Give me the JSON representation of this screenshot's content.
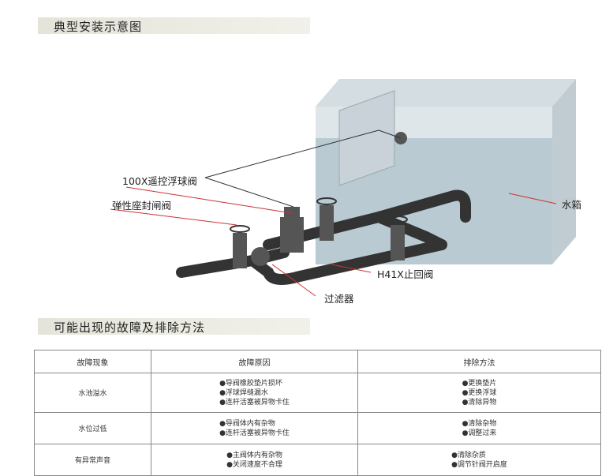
{
  "section1": {
    "title": "典型安装示意图"
  },
  "diagram": {
    "labels": {
      "float_valve": "100X遥控浮球阀",
      "gate_valve": "弹性座封闸阀",
      "tank": "水箱",
      "check_valve": "H41X止回阀",
      "filter": "过滤器"
    }
  },
  "section2": {
    "title": "可能出现的故障及排除方法"
  },
  "table": {
    "headers": [
      "故障现象",
      "故障原因",
      "排除方法"
    ],
    "rows": [
      {
        "symptom": "水池溢水",
        "causes": [
          "●导阀橡胶垫片损坏",
          "●浮球焊缝漏水",
          "●连杆活塞被异物卡住"
        ],
        "fixes": [
          "●更换垫片",
          "●更换浮球",
          "●清除异物"
        ]
      },
      {
        "symptom": "水位过低",
        "causes": [
          "●导阀体内有杂物",
          "●连杆活塞被异物卡住"
        ],
        "fixes": [
          "●清除杂物",
          "●调整过来"
        ]
      },
      {
        "symptom": "有异常声音",
        "causes": [
          "●主阀体内有杂物",
          "●关闭速度不合理"
        ],
        "fixes": [
          "●清除杂质",
          "●调节针阀开启度"
        ]
      }
    ]
  }
}
